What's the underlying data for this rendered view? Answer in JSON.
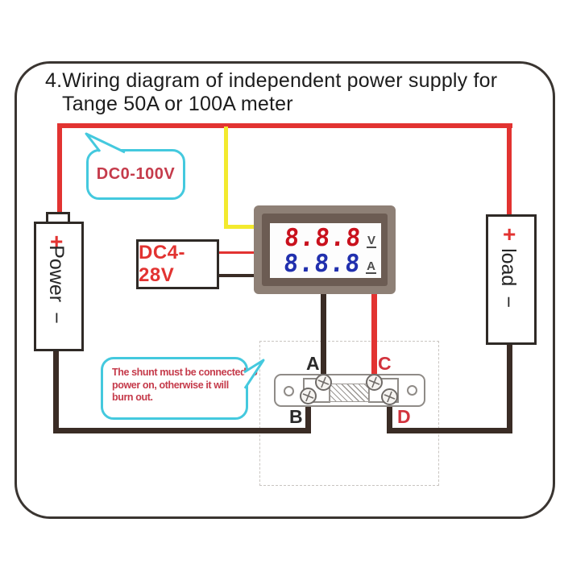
{
  "title": {
    "line1": "4.Wiring diagram of independent power supply for",
    "line2": "Tange 50A or 100A meter"
  },
  "callouts": {
    "voltage_range": {
      "text": "DC0-100V"
    },
    "supply_range": {
      "text": "DC4-28V"
    },
    "shunt_warning": {
      "line1": "The shunt must be connected to",
      "line2": "power on, otherwise it will",
      "line3": "burn out."
    }
  },
  "components": {
    "power_source": {
      "positive": "+",
      "label": "Power",
      "negative": "−"
    },
    "load": {
      "positive": "+",
      "label": "load",
      "negative": "−"
    },
    "meter": {
      "voltage_value": "8.8.8",
      "voltage_unit": "V",
      "current_value": "8.8.8",
      "current_unit": "A"
    },
    "shunt": {
      "terminal_a": "A",
      "terminal_b": "B",
      "terminal_c": "C",
      "terminal_d": "D"
    }
  },
  "colors": {
    "wire-red": "#e23331",
    "wire-yellow": "#f3ea2e",
    "wire-dark": "#3a2c25",
    "callout-border": "#44c9de",
    "callout-text": "#c53b4b",
    "supply-text": "#e23331",
    "outline": "#3a3531",
    "meter-frame": "#8e8076",
    "meter-bezel": "#6c5c53",
    "digit-red": "#c9111d",
    "digit-blue": "#2130ae",
    "unit-color": "#4c4c4c",
    "shunt-line": "#8f8b87",
    "label-dark": "#2a2a2a",
    "label-red": "#d2333d"
  }
}
